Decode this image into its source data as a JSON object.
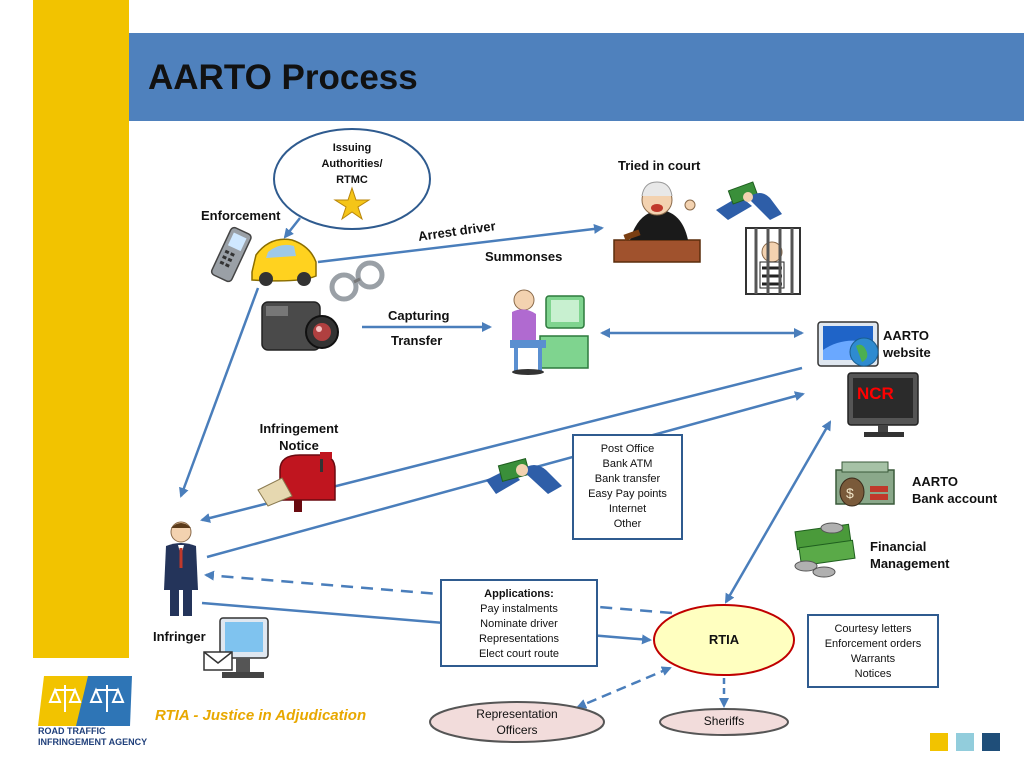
{
  "title": "AARTO Process",
  "issuing": [
    "Issuing",
    "Authorities/",
    "RTMC"
  ],
  "labels": {
    "tried_in_court": "Tried in court",
    "enforcement": "Enforcement",
    "arrest_driver": "Arrest driver",
    "summonses": "Summonses",
    "capturing": "Capturing",
    "transfer": "Transfer",
    "aarto_website": [
      "AARTO",
      "website"
    ],
    "ncr": "NCR",
    "infringement_notice": [
      "Infringement",
      "Notice"
    ],
    "aarto_bank_account": [
      "AARTO",
      "Bank account"
    ],
    "financial_management": [
      "Financial",
      "Management"
    ],
    "infringer": "Infringer",
    "rtia": "RTIA",
    "representation_officers": [
      "Representation",
      "Officers"
    ],
    "sheriffs": "Sheriffs"
  },
  "payment_box": [
    "Post Office",
    "Bank ATM",
    "Bank transfer",
    "Easy Pay points",
    "Internet",
    "Other"
  ],
  "applications_box": {
    "heading": "Applications:",
    "items": [
      "Pay instalments",
      "Nominate driver",
      "Representations",
      "Elect court route"
    ]
  },
  "courtesy_box": [
    "Courtesy letters",
    "Enforcement orders",
    "Warrants",
    "Notices"
  ],
  "footer": {
    "logo_lines": [
      "ROAD TRAFFIC",
      "INFRINGEMENT AGENCY"
    ],
    "tagline": "RTIA - Justice in Adjudication"
  },
  "colors": {
    "accent_yellow": "#f2c300",
    "title_band": "#4f81bd",
    "arrow": "#4a7ebb",
    "ellipse_pink": "#f2dcdb",
    "rtia_fill": "#ffffc0",
    "rtia_border": "#c00000",
    "ncr_red": "#ff0000"
  },
  "footer_squares": [
    "#f2c300",
    "#92cddc",
    "#1f4e79"
  ]
}
